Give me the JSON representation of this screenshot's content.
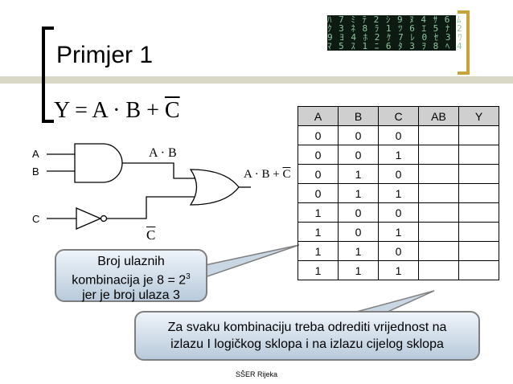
{
  "slide": {
    "title": "Primjer 1",
    "formula_left": "Y = A · B + ",
    "formula_bar": "C",
    "footer": "SŠER Rijeka"
  },
  "decoration": {
    "matrix_rows": [
      "ﾊ 7 ﾐ ﾃ 2 ｼ 9 ﾇ 4 ｻ 6 ﾑ",
      "ｸ 3 ﾈ 8 ﾗ 1 ﾂ 6 ｴ 5 ﾅ 2",
      "9 ﾖ 4 ﾎ 2 ｹ 7 ﾚ 0 ｾ 3 ﾜ",
      "ﾏ 5 ｽ 1 ﾆ 6 ﾀ 3 ｦ 8 ﾍ 4"
    ]
  },
  "circuit": {
    "input_a": "A",
    "input_b": "B",
    "input_c": "C",
    "and_output": "A · B",
    "or_output_left": "A · B + ",
    "or_output_bar": "C",
    "not_output": "C"
  },
  "truth_table": {
    "headers": [
      "A",
      "B",
      "C",
      "AB",
      "Y"
    ],
    "rows": [
      [
        "0",
        "0",
        "0",
        "",
        ""
      ],
      [
        "0",
        "0",
        "1",
        "",
        ""
      ],
      [
        "0",
        "1",
        "0",
        "",
        ""
      ],
      [
        "0",
        "1",
        "1",
        "",
        ""
      ],
      [
        "1",
        "0",
        "0",
        "",
        ""
      ],
      [
        "1",
        "0",
        "1",
        "",
        ""
      ],
      [
        "1",
        "1",
        "0",
        "",
        ""
      ],
      [
        "1",
        "1",
        "1",
        "",
        ""
      ]
    ]
  },
  "callouts": {
    "combinations_line1": "Broj ulaznih",
    "combinations_line2a": "kombinacija je 8 = 2",
    "combinations_sup": "3",
    "combinations_line3": "jer je broj ulaza 3",
    "instruction_line1": "Za svaku kombinaciju treba odrediti vrijednost na",
    "instruction_line2": "izlazu I logičkog sklopa i na izlazu cijelog sklopa"
  }
}
